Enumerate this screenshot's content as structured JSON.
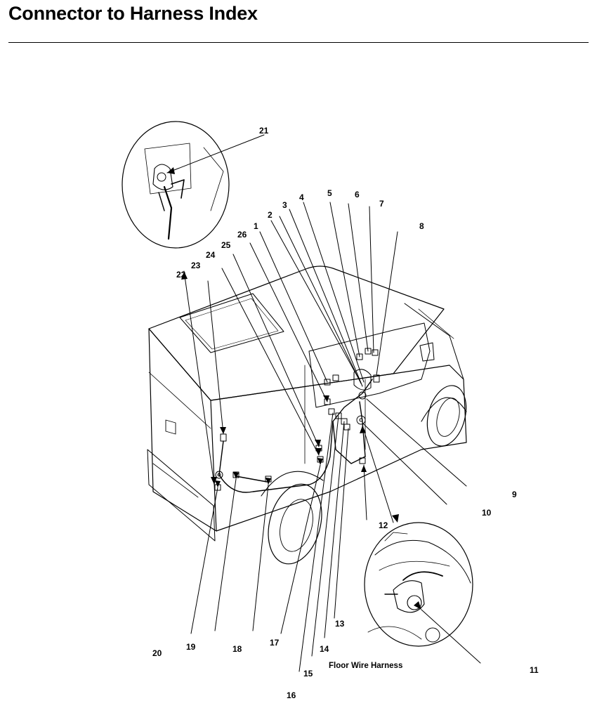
{
  "page": {
    "title": "Connector to Harness Index",
    "caption": "Floor Wire Harness"
  },
  "callouts": [
    "1",
    "2",
    "3",
    "4",
    "5",
    "6",
    "7",
    "8",
    "9",
    "10",
    "11",
    "12",
    "13",
    "14",
    "15",
    "16",
    "17",
    "18",
    "19",
    "20",
    "21",
    "22",
    "23",
    "24",
    "25",
    "26"
  ],
  "colors": {
    "ink": "#000000",
    "background": "#ffffff"
  }
}
